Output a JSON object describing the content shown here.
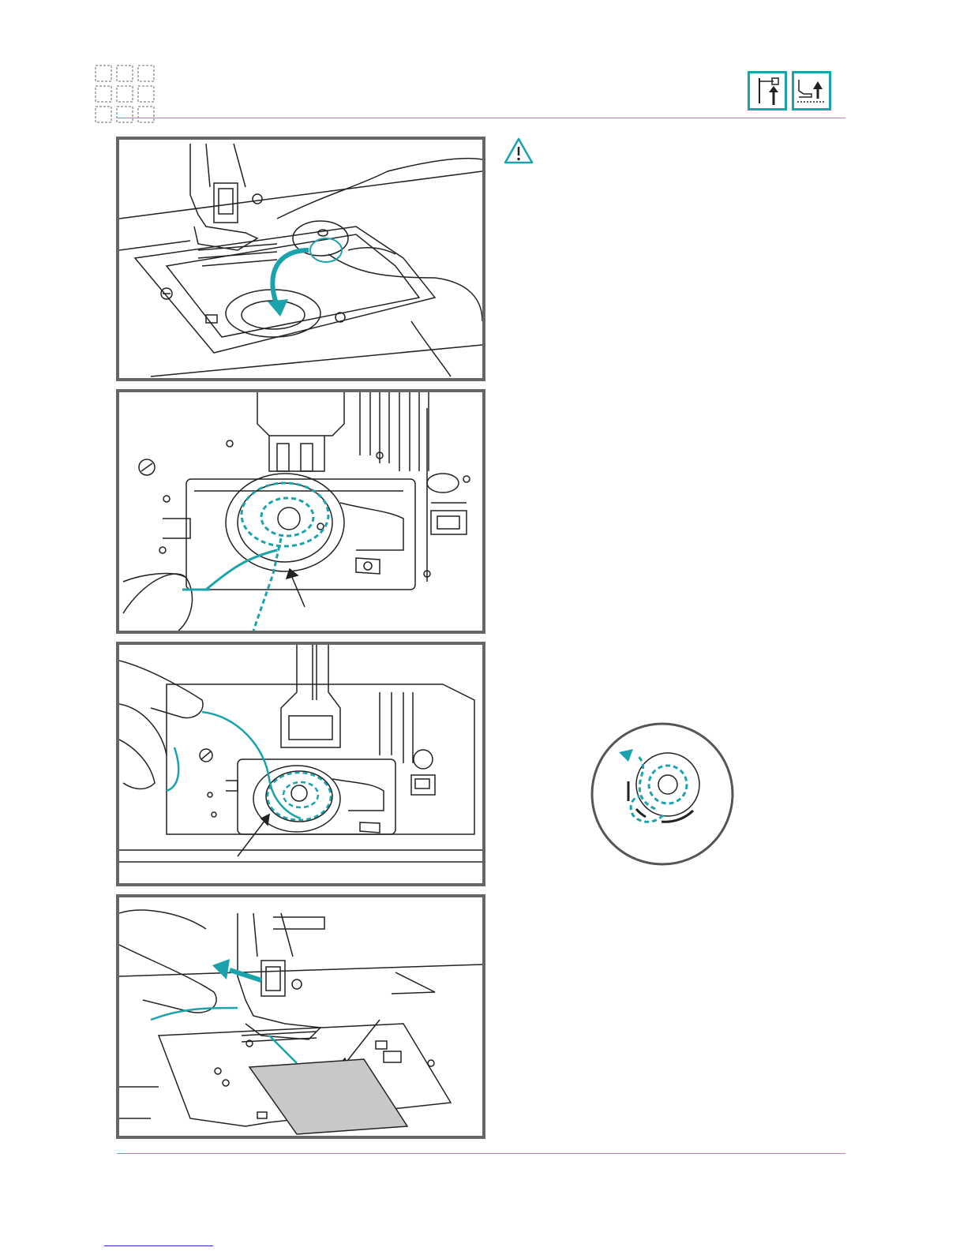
{
  "colors": {
    "accent": "#1aa3ad",
    "rule": "#4fb8c0",
    "frame": "#666666",
    "line_art": "#222222"
  },
  "header": {
    "logo_icon": "grid-logo-icon",
    "icons": [
      "needle-up-icon",
      "presser-foot-up-icon"
    ]
  },
  "sidebar": {
    "warning_icon": "warning-triangle-icon"
  },
  "figures": [
    {
      "name": "insert-bobbin-illustration"
    },
    {
      "name": "thread-bobbin-case-illustration"
    },
    {
      "name": "guide-thread-illustration"
    },
    {
      "name": "close-cover-plate-illustration"
    }
  ],
  "detail": {
    "name": "bobbin-rotation-detail"
  }
}
